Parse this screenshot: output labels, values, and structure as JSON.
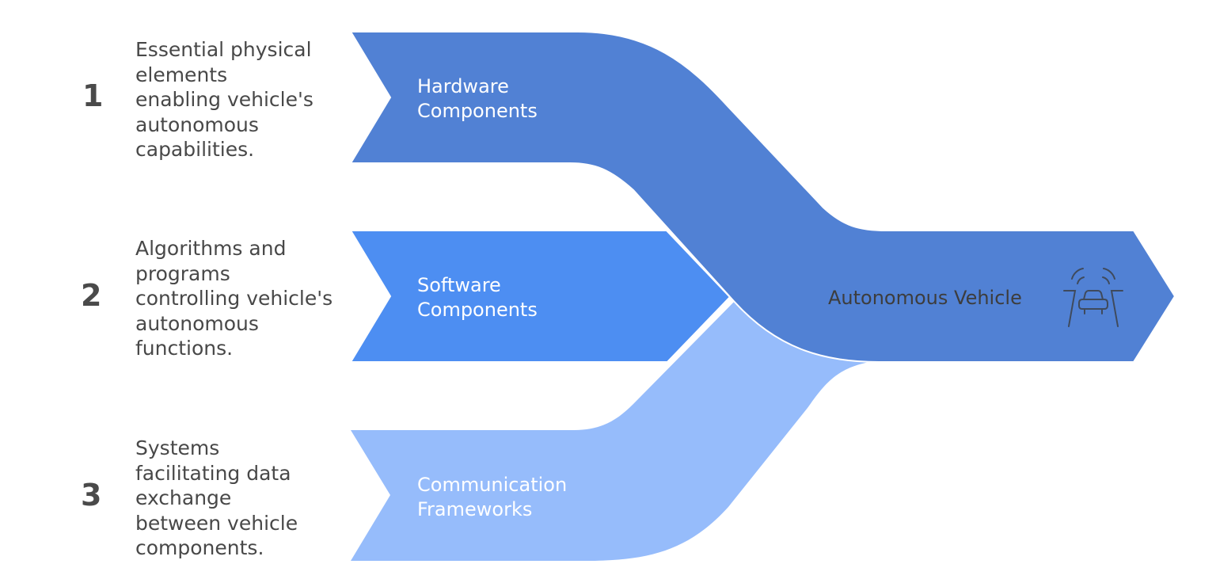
{
  "colors": {
    "hardware": "#5181d4",
    "software": "#4d8ef2",
    "communication": "#96bcfb",
    "target": "#5181d4",
    "text_dark": "#484848",
    "label_light": "#ffffff"
  },
  "items": [
    {
      "number": "1",
      "description": "Essential physical\nelements\nenabling vehicle's\nautonomous\ncapabilities.",
      "label": "Hardware\nComponents"
    },
    {
      "number": "2",
      "description": "Algorithms and\nprograms\ncontrolling vehicle's\nautonomous\nfunctions.",
      "label": "Software\nComponents"
    },
    {
      "number": "3",
      "description": "Systems\nfacilitating data\nexchange\nbetween vehicle\ncomponents.",
      "label": "Communication\nFrameworks"
    }
  ],
  "target": {
    "label": "Autonomous Vehicle",
    "icon": "autonomous-car-icon"
  }
}
